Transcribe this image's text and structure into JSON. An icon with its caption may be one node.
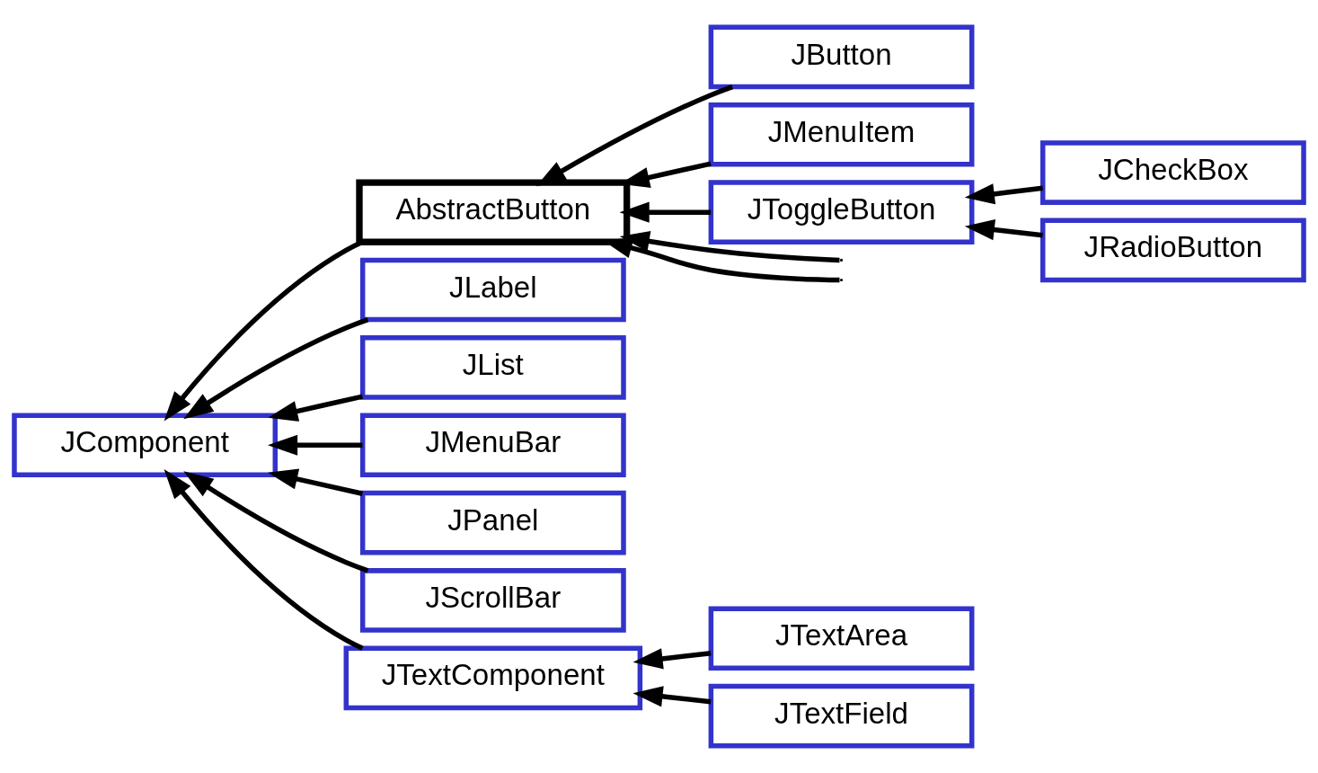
{
  "diagram": {
    "nodes": [
      {
        "text": [
          "JComponent"
        ]
      },
      {
        "text": [
          "AbstractButton"
        ]
      },
      {
        "text": [
          "JLabel"
        ]
      },
      {
        "text": [
          "JList"
        ]
      },
      {
        "text": [
          "JMenuBar"
        ]
      },
      {
        "text": [
          "JPanel"
        ]
      },
      {
        "text": [
          "JScrollBar"
        ]
      },
      {
        "text": [
          "JTextComponent"
        ]
      },
      {
        "text": [
          "JButton"
        ]
      },
      {
        "text": [
          "JMenuItem"
        ]
      },
      {
        "text": [
          "JToggleButton"
        ]
      },
      {
        "text": [
          "JCheckBox"
        ]
      },
      {
        "text": [
          "JRadioButton"
        ]
      },
      {
        "text": [
          "JTextArea"
        ]
      },
      {
        "text": [
          "JTextField"
        ]
      }
    ],
    "edges": [
      {
        "from": 1,
        "to": 0,
        "arrow": "to"
      },
      {
        "from": 2,
        "to": 0,
        "arrow": "to"
      },
      {
        "from": 3,
        "to": 0,
        "arrow": "to"
      },
      {
        "from": 4,
        "to": 0,
        "arrow": "to"
      },
      {
        "from": 5,
        "to": 0,
        "arrow": "to"
      },
      {
        "from": 6,
        "to": 0,
        "arrow": "to"
      },
      {
        "from": 7,
        "to": 0,
        "arrow": "to"
      },
      {
        "from": 8,
        "to": 1,
        "arrow": "to"
      },
      {
        "from": null,
        "to": 1,
        "arrow": "to"
      },
      {
        "from": 9,
        "to": 1,
        "arrow": "to"
      },
      {
        "from": null,
        "to": 1,
        "arrow": "to"
      },
      {
        "from": 10,
        "to": 1,
        "arrow": "to"
      },
      {
        "from": 11,
        "to": 10,
        "arrow": "to"
      },
      {
        "from": 12,
        "to": 10,
        "arrow": "to"
      },
      {
        "from": 13,
        "to": 7,
        "arrow": "to"
      },
      {
        "from": 14,
        "to": 7,
        "arrow": "to"
      }
    ]
  }
}
